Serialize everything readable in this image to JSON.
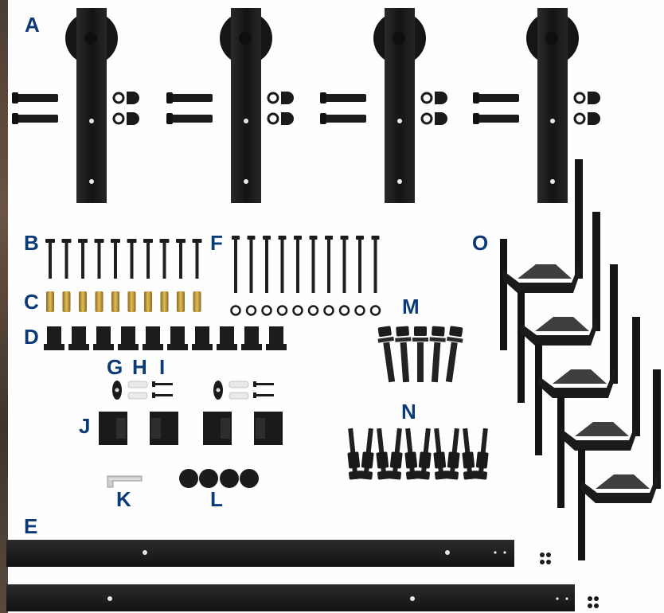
{
  "image": {
    "description_labels": {
      "A": "A",
      "B": "B",
      "C": "C",
      "D": "D",
      "E": "E",
      "F": "F",
      "G": "G",
      "H": "H",
      "I": "I",
      "J": "J",
      "K": "K",
      "L": "L",
      "M": "M",
      "N": "N",
      "O": "O"
    },
    "colors": {
      "hardware": "#1c1c1c",
      "label": "#0b3a78",
      "brass": "#b9932f",
      "background": "#fefefe"
    }
  }
}
